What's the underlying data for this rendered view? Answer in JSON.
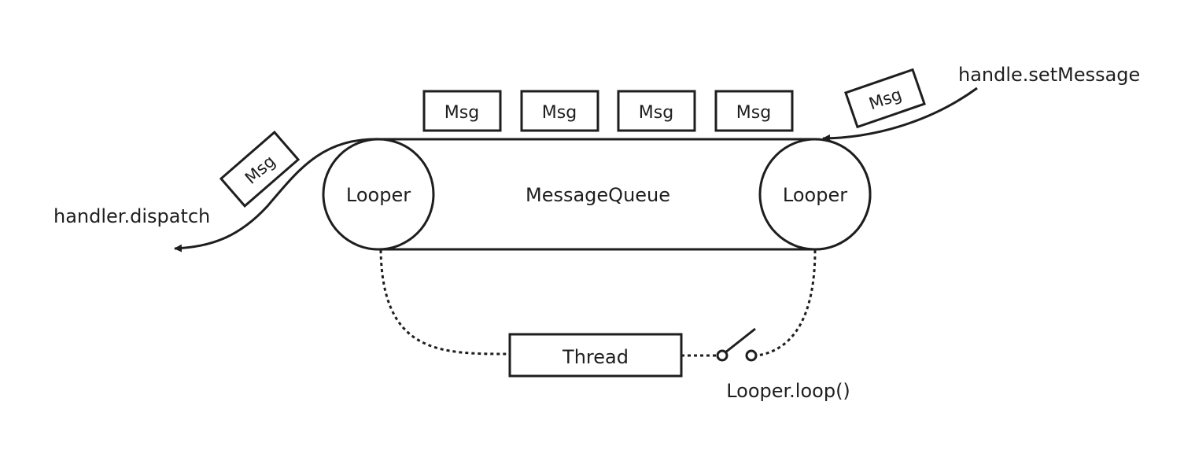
{
  "diagram": {
    "queue_label": "MessageQueue",
    "left_looper_label": "Looper",
    "right_looper_label": "Looper",
    "messages": [
      "Msg",
      "Msg",
      "Msg",
      "Msg"
    ],
    "incoming_msg_label": "Msg",
    "outgoing_msg_label": "Msg",
    "incoming_label": "handle.setMessage",
    "outgoing_label": "handler.dispatch",
    "thread_label": "Thread",
    "switch_label": "Looper.loop()"
  }
}
